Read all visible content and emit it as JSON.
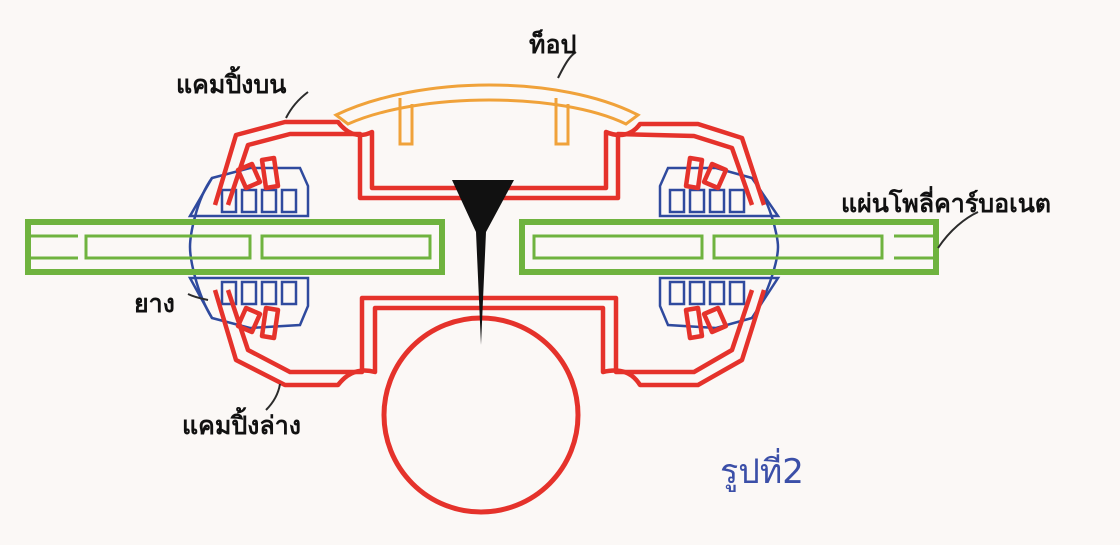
{
  "labels": {
    "top_cap": "ท็อป",
    "upper_clamp": "แคมปิ้งบน",
    "polycarbonate_sheet": "แผ่นโพลี่คาร์บอเนต",
    "rubber_gasket": "ยาง",
    "lower_clamp": "แคมปิ้งล่าง"
  },
  "caption": "รูปที่2",
  "colors": {
    "background": "#fbf8f6",
    "clamp": "#e5322b",
    "top_cap": "#f0a23a",
    "gasket": "#2f4a9e",
    "sheet": "#6fb33f",
    "screw": "#111111",
    "caption": "#3b4fa8"
  }
}
